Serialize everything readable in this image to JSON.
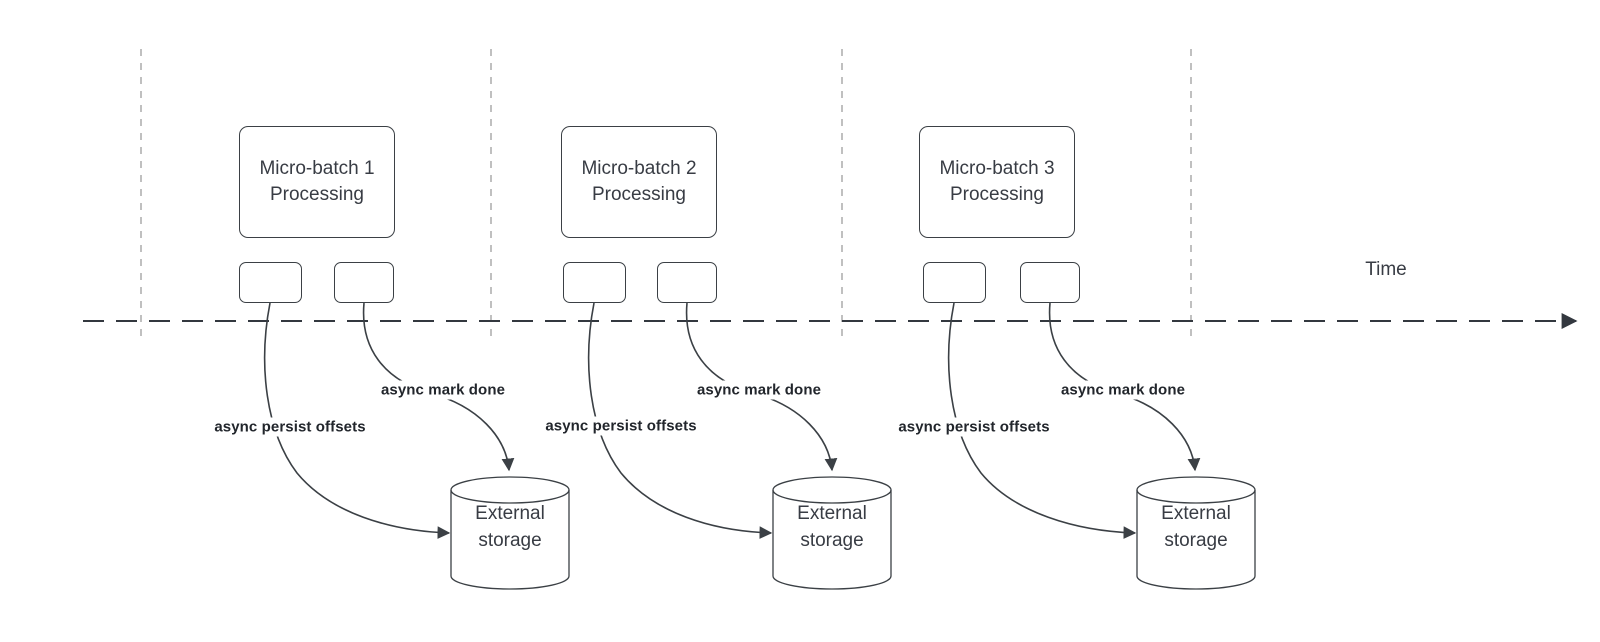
{
  "diagram": {
    "time_label": "Time",
    "groups": [
      {
        "box_label": "Micro-batch 1\nProcessing",
        "persist_label": "async persist offsets",
        "mark_label": "async mark done",
        "storage_label": "External\nstorage"
      },
      {
        "box_label": "Micro-batch 2\nProcessing",
        "persist_label": "async persist offsets",
        "mark_label": "async mark done",
        "storage_label": "External\nstorage"
      },
      {
        "box_label": "Micro-batch 3\nProcessing",
        "persist_label": "async persist offsets",
        "mark_label": "async mark done",
        "storage_label": "External\nstorage"
      }
    ],
    "colors": {
      "background": "#ffffff",
      "node_border": "#3b4045",
      "edge": "#3b4045",
      "timeline": "#33383f",
      "guide_line": "#a6a6a6",
      "node_text": "#383c44",
      "edge_label_text": "#22262c"
    }
  }
}
